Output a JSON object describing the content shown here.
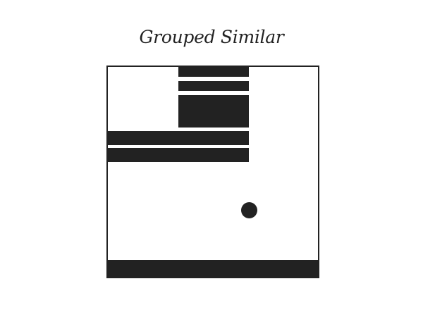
{
  "title": "Grouped Similar",
  "colors": {
    "ink": "#222222",
    "background": "#ffffff"
  },
  "canvas": {
    "elements": [
      {
        "name": "upper-block-thin-bar-1",
        "kind": "rect"
      },
      {
        "name": "upper-block-thin-bar-2",
        "kind": "rect"
      },
      {
        "name": "upper-block-large-square",
        "kind": "rect"
      },
      {
        "name": "middle-wide-bar-1",
        "kind": "rect"
      },
      {
        "name": "middle-wide-bar-2",
        "kind": "rect"
      },
      {
        "name": "small-circle",
        "kind": "circle"
      },
      {
        "name": "bottom-full-bar",
        "kind": "rect"
      }
    ]
  }
}
